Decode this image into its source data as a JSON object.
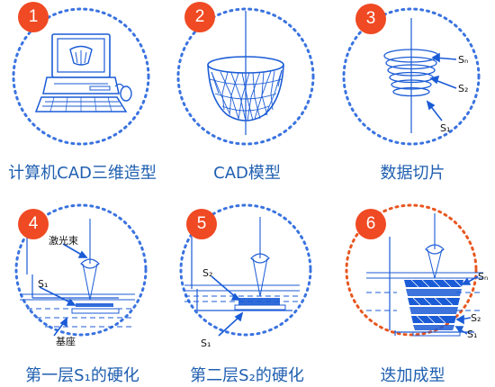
{
  "steps": [
    {
      "number": "1",
      "caption": "计算机CAD三维造型"
    },
    {
      "number": "2",
      "caption": "CAD模型"
    },
    {
      "number": "3",
      "caption": "数据切片",
      "labels": {
        "sn": "Sₙ",
        "s2": "S₂",
        "s1": "S₁"
      }
    },
    {
      "number": "4",
      "caption": "第一层S₁的硬化",
      "labels": {
        "laser": "激光束",
        "s1": "S₁",
        "base": "基座"
      }
    },
    {
      "number": "5",
      "caption": "第二层S₂的硬化",
      "labels": {
        "s2": "S₂",
        "s1": "S₁"
      }
    },
    {
      "number": "6",
      "caption": "迭加成型",
      "labels": {
        "sn": "Sₙ",
        "s2": "S₂",
        "s1": "S₁"
      }
    }
  ],
  "colors": {
    "badge": "#ef4a23",
    "ring_blue": "#3a73e0",
    "ring_orange": "#e8561f",
    "caption": "#1f5fb0"
  }
}
